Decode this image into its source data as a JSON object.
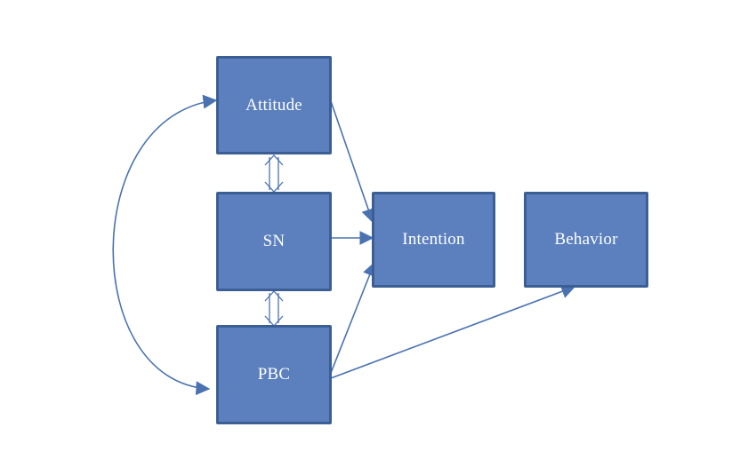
{
  "nodes": {
    "attitude": {
      "label": "Attitude"
    },
    "sn": {
      "label": "SN"
    },
    "pbc": {
      "label": "PBC"
    },
    "intention": {
      "label": "Intention"
    },
    "behavior": {
      "label": "Behavior"
    }
  },
  "edges": [
    {
      "from": "attitude",
      "to": "intention",
      "type": "directed"
    },
    {
      "from": "sn",
      "to": "intention",
      "type": "directed"
    },
    {
      "from": "pbc",
      "to": "intention",
      "type": "directed"
    },
    {
      "from": "pbc",
      "to": "behavior",
      "type": "directed"
    },
    {
      "from": "attitude",
      "to": "sn",
      "type": "bidirectional"
    },
    {
      "from": "sn",
      "to": "pbc",
      "type": "bidirectional"
    },
    {
      "from": "attitude",
      "to": "pbc",
      "type": "bidirectional-curved"
    }
  ],
  "colors": {
    "box_fill": "#5b80bd",
    "box_border": "#3b5f95",
    "connector": "#4a72b0",
    "label_text": "#ffffff",
    "background": "#ffffff"
  }
}
